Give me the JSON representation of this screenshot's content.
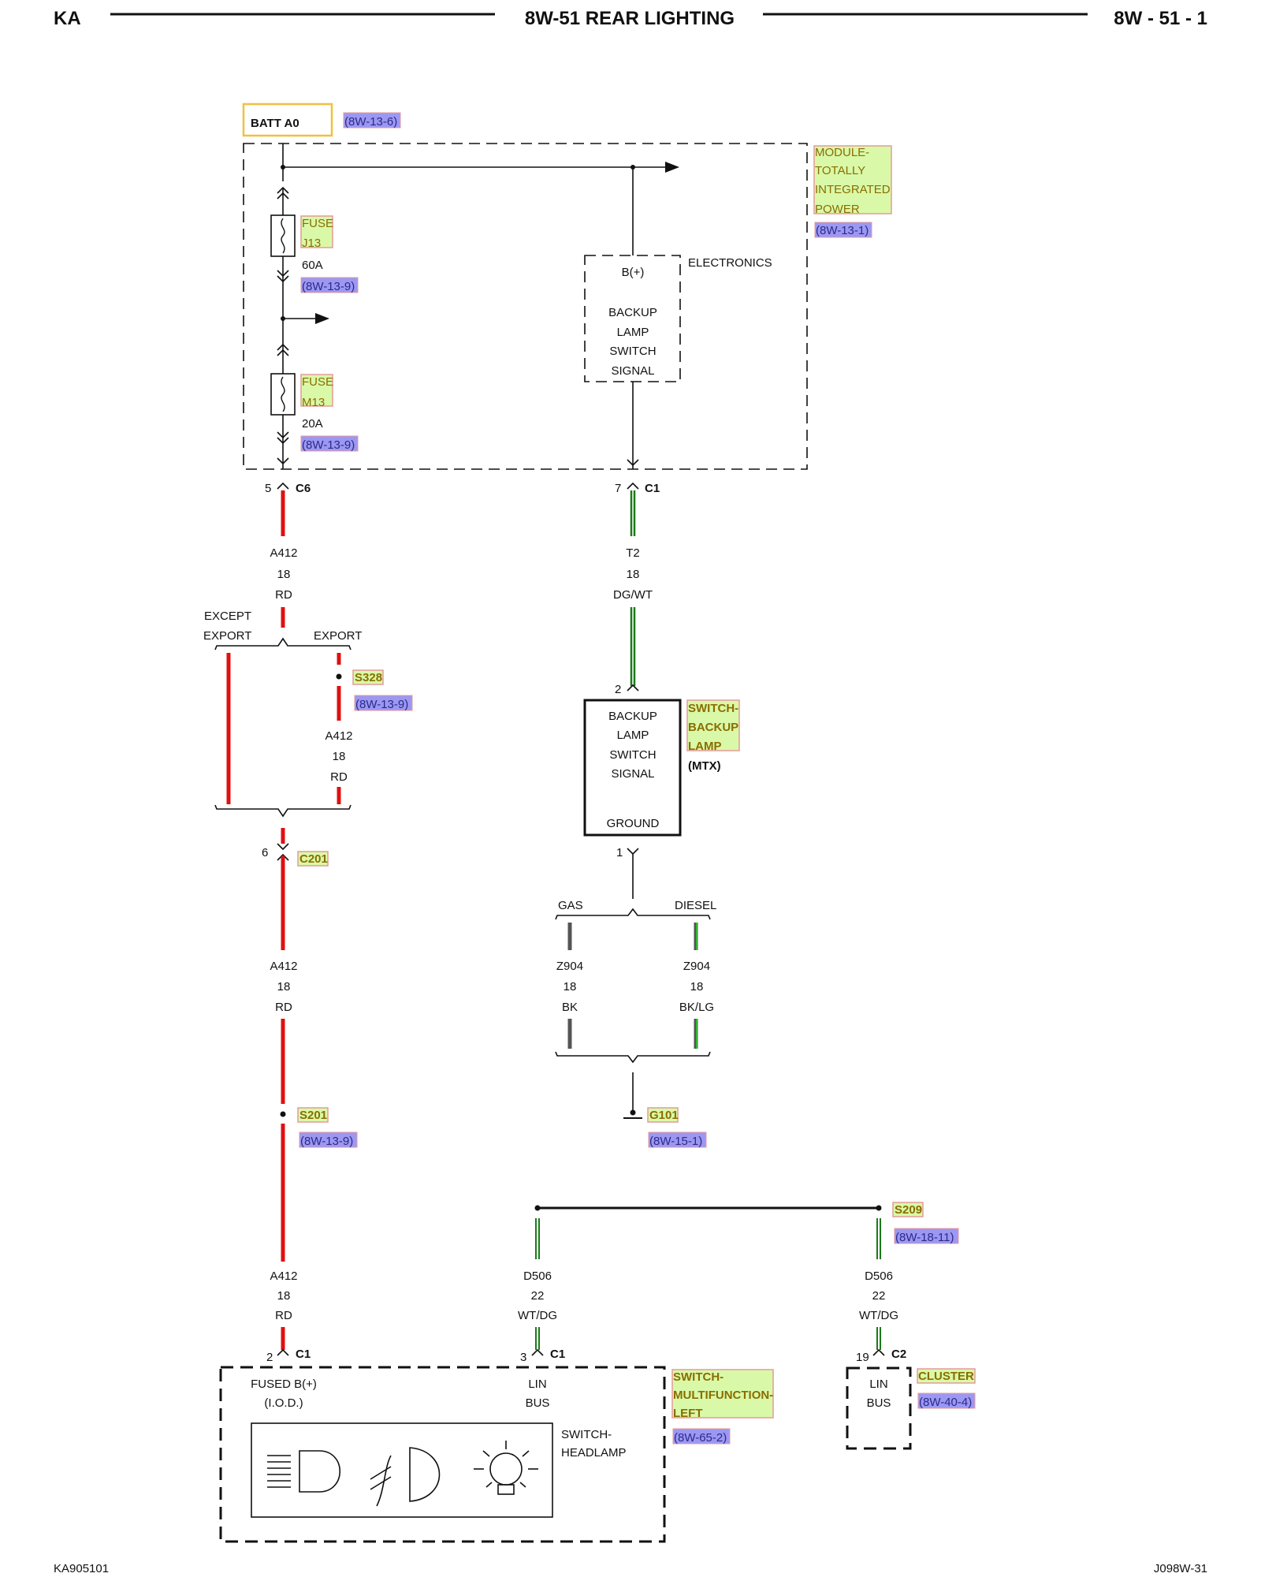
{
  "header": {
    "left": "KA",
    "title": "8W-51 REAR LIGHTING",
    "page": "8W - 51 - 1"
  },
  "footer": {
    "left": "KA905101",
    "right": "J098W-31"
  },
  "batt": {
    "label": "BATT A0",
    "ref": "(8W-13-6)"
  },
  "tipm": {
    "name_lines": [
      "MODULE-",
      "TOTALLY",
      "INTEGRATED",
      "POWER"
    ],
    "suffix": "ELECTRONICS",
    "ref": "(8W-13-1)"
  },
  "fuse_j13": {
    "lines": [
      "FUSE",
      "J13"
    ],
    "rating": "60A",
    "ref": "(8W-13-9)"
  },
  "fuse_m13": {
    "lines": [
      "FUSE",
      "M13"
    ],
    "rating": "20A",
    "ref": "(8W-13-9)"
  },
  "tipm_inner": {
    "pin": "B(+)",
    "lines": [
      "BACKUP",
      "LAMP",
      "SWITCH",
      "SIGNAL"
    ]
  },
  "conn_c6": {
    "pin": "5",
    "name": "C6"
  },
  "conn_c1_top": {
    "pin": "7",
    "name": "C1"
  },
  "wire_a412": {
    "circuit": "A412",
    "gauge": "18",
    "color": "RD"
  },
  "wire_t2": {
    "circuit": "T2",
    "gauge": "18",
    "color": "DG/WT"
  },
  "branch_export": {
    "left_lines": [
      "EXCEPT",
      "EXPORT"
    ],
    "right": "EXPORT"
  },
  "splice_s328": {
    "name": "S328",
    "ref": "(8W-13-9)"
  },
  "backup_switch": {
    "pin_top": "2",
    "pin_bottom": "1",
    "lines": [
      "BACKUP",
      "LAMP",
      "SWITCH",
      "SIGNAL"
    ],
    "ground": "GROUND",
    "name_lines": [
      "SWITCH-",
      "BACKUP",
      "LAMP"
    ],
    "variant": "(MTX)"
  },
  "conn_c201": {
    "pin": "6",
    "name": "C201"
  },
  "branch_fuel": {
    "left": "GAS",
    "right": "DIESEL"
  },
  "wire_z904_gas": {
    "circuit": "Z904",
    "gauge": "18",
    "color": "BK"
  },
  "wire_z904_diesel": {
    "circuit": "Z904",
    "gauge": "18",
    "color": "BK/LG"
  },
  "splice_s201": {
    "name": "S201",
    "ref": "(8W-13-9)"
  },
  "ground_g101": {
    "name": "G101",
    "ref": "(8W-15-1)"
  },
  "splice_s209": {
    "name": "S209",
    "ref": "(8W-18-11)"
  },
  "wire_d506_left": {
    "circuit": "D506",
    "gauge": "22",
    "color": "WT/DG"
  },
  "wire_d506_right": {
    "circuit": "D506",
    "gauge": "22",
    "color": "WT/DG"
  },
  "conn_c1_mf_a412": {
    "pin": "2",
    "name": "C1"
  },
  "conn_c1_mf_lin": {
    "pin": "3",
    "name": "C1"
  },
  "conn_c2_cluster": {
    "pin": "19",
    "name": "C2"
  },
  "multifunction": {
    "fused_lines": [
      "FUSED B(+)",
      "(I.O.D.)"
    ],
    "lin_lines": [
      "LIN",
      "BUS"
    ],
    "headlamp_lines": [
      "SWITCH-",
      "HEADLAMP"
    ],
    "name_lines": [
      "SWITCH-",
      "MULTIFUNCTION-",
      "LEFT"
    ],
    "ref": "(8W-65-2)"
  },
  "cluster": {
    "lin_lines": [
      "LIN",
      "BUS"
    ],
    "name": "CLUSTER",
    "ref": "(8W-40-4)"
  },
  "colors": {
    "red": "#e01010",
    "green": "#1b7a1b",
    "light_green": "#2fb52f",
    "black": "#111111",
    "tag_fill": "#d9f9a8",
    "tag_border": "#e59a9a",
    "ref_fill": "#9c98f2",
    "batt_border": "#f0c040"
  },
  "icons": [
    "fuse-icon",
    "arrow-right-icon",
    "connector-chevron-icon",
    "splice-dot-icon",
    "ground-icon",
    "headlamp-icon",
    "fog-lamp-icon",
    "parking-lamp-icon"
  ]
}
